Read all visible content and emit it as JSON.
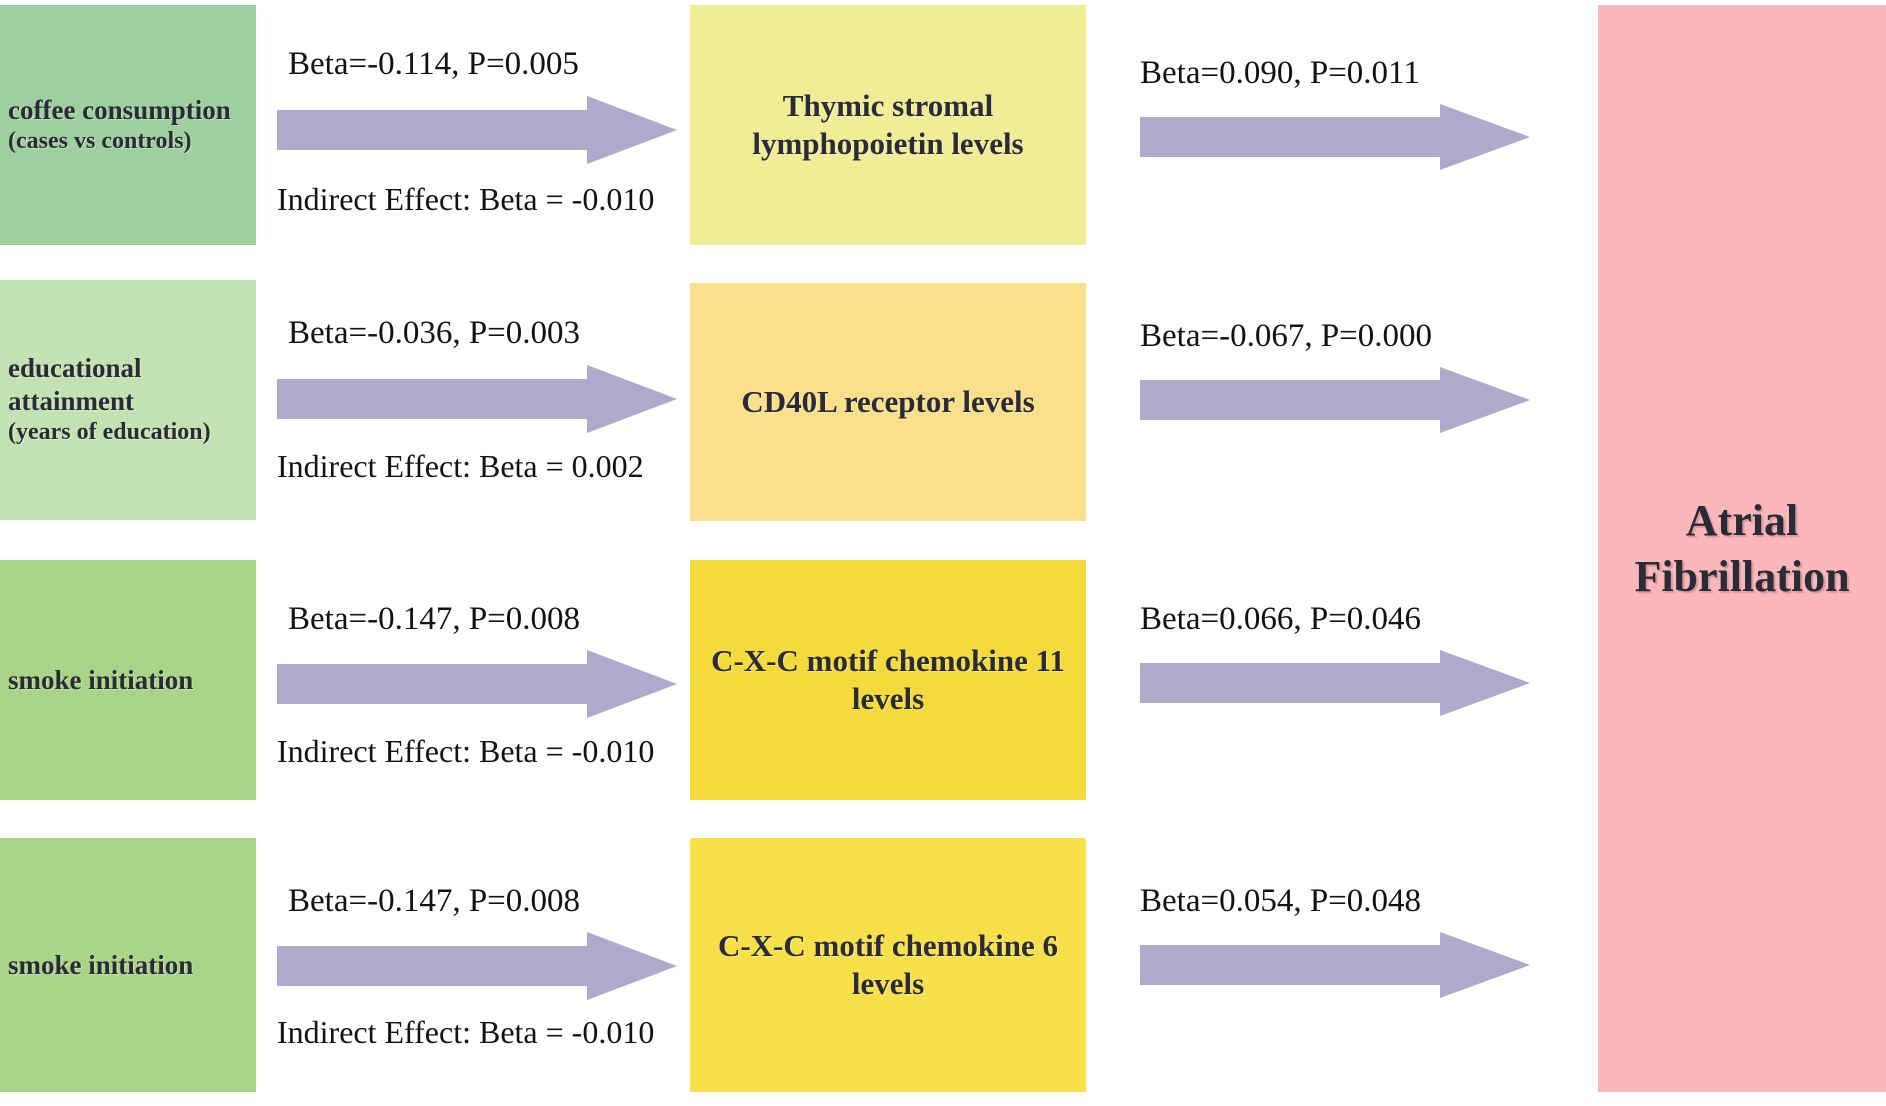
{
  "figure": {
    "type": "mediation-diagram",
    "title": "",
    "outcome": {
      "label": "Atrial Fibrillation",
      "color": "#fbb7b9"
    },
    "arrow_color": "#afa9ca",
    "rows": [
      {
        "exposure": {
          "label": "coffee consumption",
          "sub_label": "(cases vs controls)",
          "color": "#9ecf9e"
        },
        "mediator": {
          "label": "Thymic stromal lymphopoietin levels",
          "color": "#f1ec96"
        },
        "path_a": "Beta=-0.114, P=0.005",
        "indirect": "Indirect Effect: Beta = -0.010",
        "path_b": "Beta=0.090, P=0.011"
      },
      {
        "exposure": {
          "label": "educational attainment",
          "sub_label": "(years of education)",
          "color": "#c3e2b2"
        },
        "mediator": {
          "label": "CD40L receptor levels",
          "color": "#fbdf8b"
        },
        "path_a": "Beta=-0.036, P=0.003",
        "indirect": "Indirect Effect: Beta = 0.002",
        "path_b": "Beta=-0.067, P=0.000"
      },
      {
        "exposure": {
          "label": "smoke initiation",
          "sub_label": "",
          "color": "#a9d487"
        },
        "mediator": {
          "label": "C-X-C motif chemokine 11 levels",
          "color": "#f5da3c"
        },
        "path_a": "Beta=-0.147, P=0.008",
        "indirect": "Indirect Effect: Beta = -0.010",
        "path_b": "Beta=0.066, P=0.046"
      },
      {
        "exposure": {
          "label": "smoke initiation",
          "sub_label": "",
          "color": "#a9d487"
        },
        "mediator": {
          "label": "C-X-C motif chemokine 6 levels",
          "color": "#f7e04a"
        },
        "path_a": "Beta=-0.147, P=0.008",
        "indirect": "Indirect Effect: Beta = -0.010",
        "path_b": "Beta=0.054, P=0.048"
      }
    ]
  }
}
